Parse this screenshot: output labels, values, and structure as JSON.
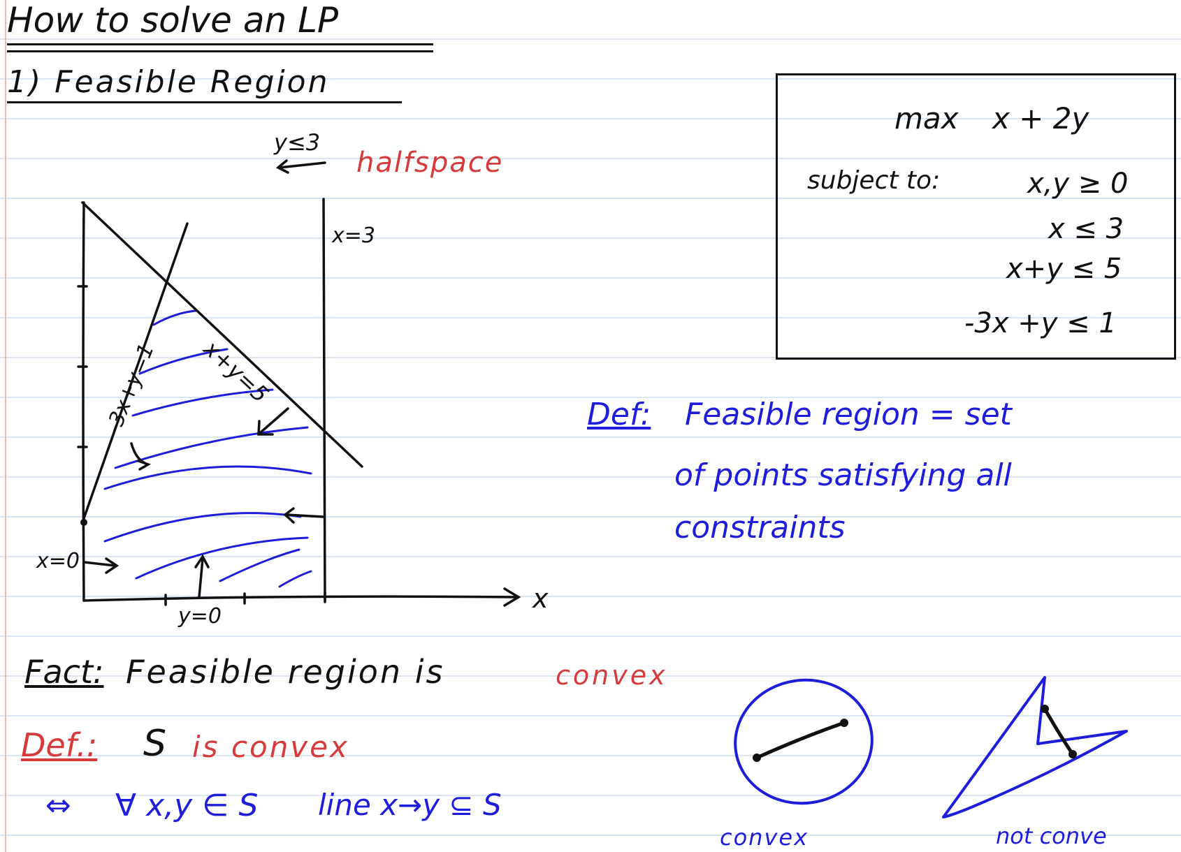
{
  "title": "How to solve an LP",
  "section": "1) Feasible Region",
  "lp": {
    "objective_label": "max",
    "objective": "x + 2y",
    "subject_to_label": "subject to:",
    "constraints": [
      "x,y ≥ 0",
      "x ≤ 3",
      "x+y ≤ 5",
      "-3x +y ≤ 1"
    ]
  },
  "graph": {
    "halfspace_constraint": "y≤3",
    "halfspace_label": "halfspace",
    "line_labels": {
      "x3": "x=3",
      "xy5": "x+y=5",
      "m3x": "-3x+y=1",
      "x0": "x=0",
      "y0": "y=0"
    },
    "axis_label": "x"
  },
  "definition1": {
    "label": "Def:",
    "lines": [
      "Feasible region = set",
      "of points satisfying all",
      "constraints"
    ]
  },
  "fact": {
    "label": "Fact:",
    "text": "Feasible region is",
    "highlight": "convex"
  },
  "definition2": {
    "label": "Def.:",
    "subject": "S",
    "text": "is convex"
  },
  "iff": {
    "arrow": "⇔",
    "quantifier": "∀ x,y ∈ S",
    "statement": "line x→y ⊆ S"
  },
  "examples": {
    "convex_label": "convex",
    "nonconvex_label": "not conve"
  },
  "colors": {
    "black_ink": "#111111",
    "blue_ink": "#1d1ddb",
    "red_ink": "#d63a3a",
    "ruled_line": "#d9e6f2",
    "margin_line": "#f2b8b8"
  }
}
